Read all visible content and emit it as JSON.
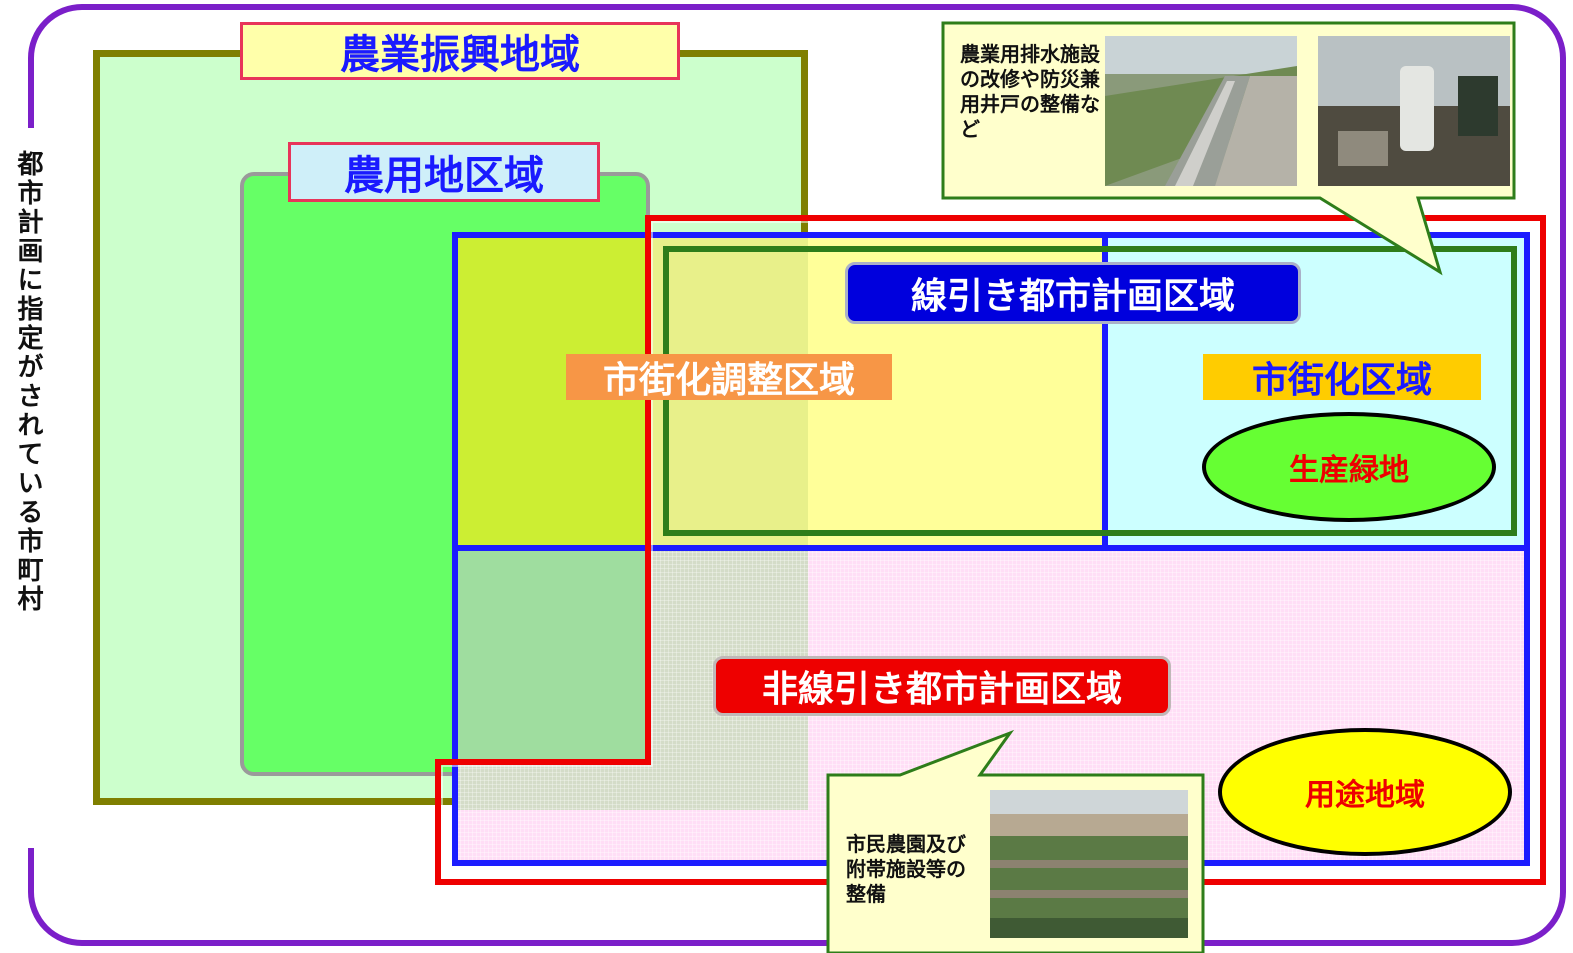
{
  "side_label": "都市計画に指定がされている市町村",
  "zones": {
    "agri_promotion": "農業振興地域",
    "farmland": "農用地区域",
    "senbiki": "線引き都市計画区域",
    "chousei": "市街化調整区域",
    "shigaika": "市街化区域",
    "green_land": "生産緑地",
    "hisenbiki": "非線引き都市計画区域",
    "use_zone": "用途地域"
  },
  "callouts": {
    "drainage": "農業用排水施設の改修や防災兼用井戸の整備など",
    "garden": "市民農園及び附帯施設等の整備"
  },
  "colors": {
    "frame": "#7b1fc9",
    "agri_border": "#7f7f00",
    "city_blue": "#1c1cff",
    "city_red": "#ee0000",
    "green_border": "#2e7d1a"
  }
}
